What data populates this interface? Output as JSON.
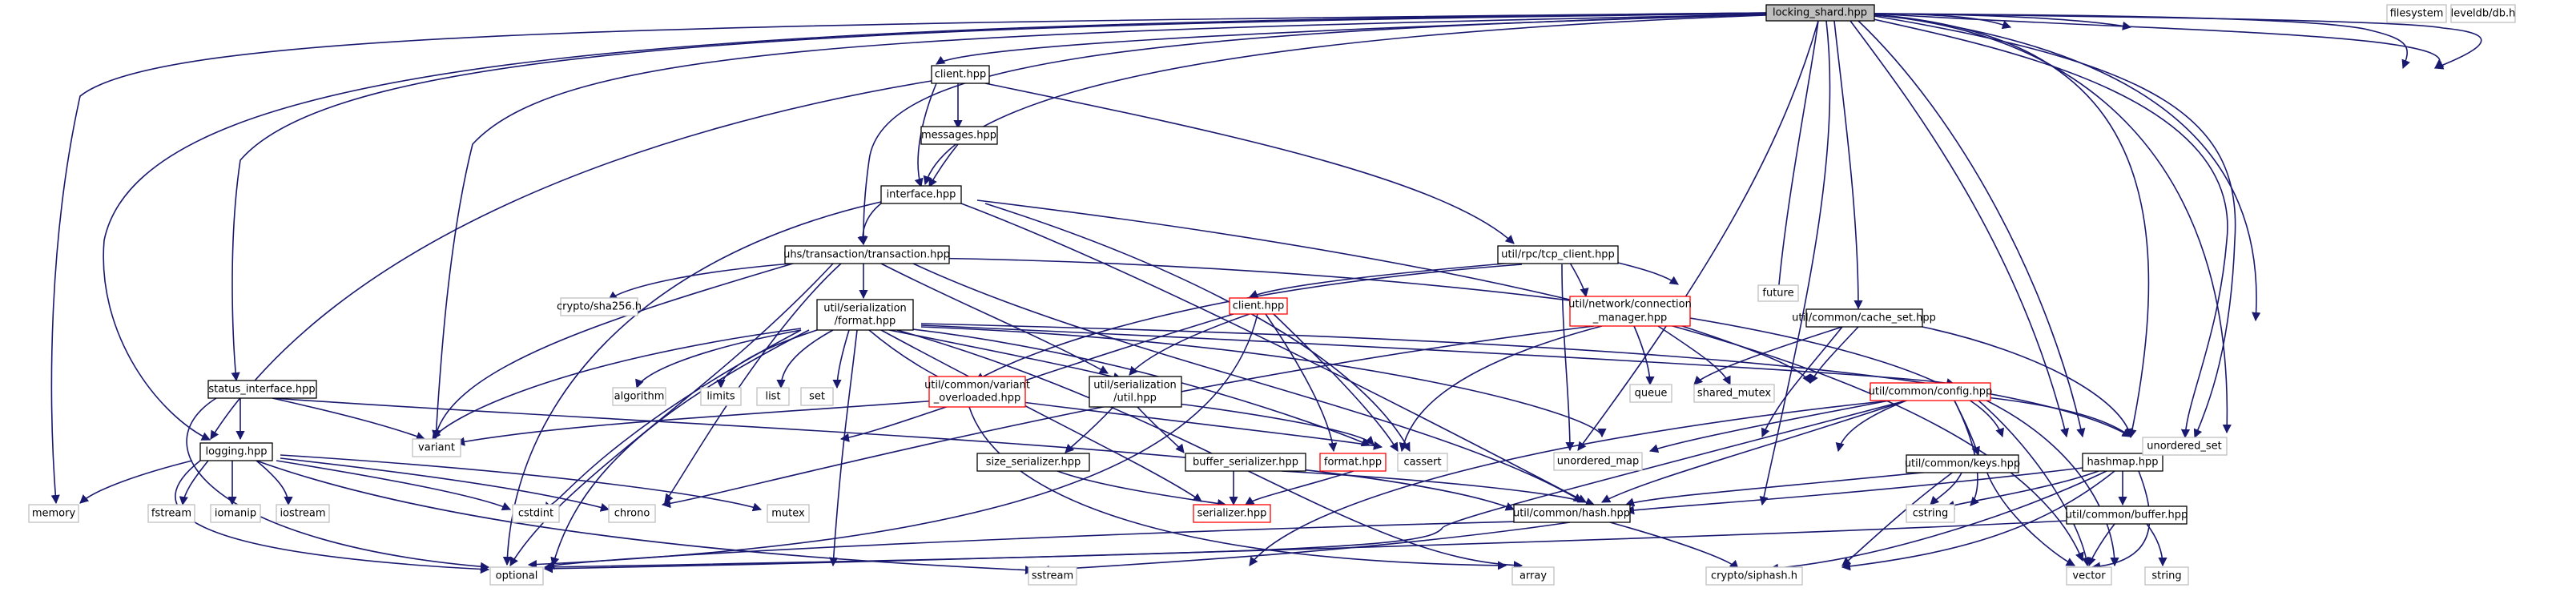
{
  "title": "locking_shard.hpp",
  "colors": {
    "edge": "#191970",
    "root_fill": "#bfbfbf",
    "node_border": "#000000",
    "incomplete_border": "#ff0000",
    "system_border": "#bfbfbf"
  },
  "nodes": {
    "locking_shard": "locking_shard.hpp",
    "client1": "client.hpp",
    "messages": "messages.hpp",
    "interface": "interface.hpp",
    "transaction": "uhs/transaction/transaction.hpp",
    "tcp_client": "util/rpc/tcp_client.hpp",
    "status_interface": "status_interface.hpp",
    "format_l1": "util/serialization",
    "format_l2": "/format.hpp",
    "sha256": "crypto/sha256.h",
    "client2": "client.hpp",
    "connmgr_l1": "util/network/connection",
    "connmgr_l2": "_manager.hpp",
    "future": "future",
    "cache_set": "util/common/cache_set.hpp",
    "filesystem": "filesystem",
    "leveldb": "leveldb/db.h",
    "algorithm": "algorithm",
    "limits": "limits",
    "list": "list",
    "set": "set",
    "variant_overloaded_l1": "util/common/variant",
    "variant_overloaded_l2": "_overloaded.hpp",
    "ser_util_l1": "util/serialization",
    "ser_util_l2": "/util.hpp",
    "queue": "queue",
    "shared_mutex": "shared_mutex",
    "config": "util/common/config.hpp",
    "logging": "logging.hpp",
    "variant": "variant",
    "size_serializer": "size_serializer.hpp",
    "buffer_serializer": "buffer_serializer.hpp",
    "format_red": "format.hpp",
    "cassert": "cassert",
    "unordered_map": "unordered_map",
    "keys": "util/common/keys.hpp",
    "hashmap": "hashmap.hpp",
    "unordered_set": "unordered_set",
    "memory": "memory",
    "fstream": "fstream",
    "iomanip": "iomanip",
    "iostream": "iostream",
    "cstdint": "cstdint",
    "chrono": "chrono",
    "mutex": "mutex",
    "serializer": "serializer.hpp",
    "hash": "util/common/hash.hpp",
    "cstring": "cstring",
    "buffer": "util/common/buffer.hpp",
    "optional": "optional",
    "sstream": "sstream",
    "array": "array",
    "siphash": "crypto/siphash.h",
    "vector": "vector",
    "string": "string"
  }
}
